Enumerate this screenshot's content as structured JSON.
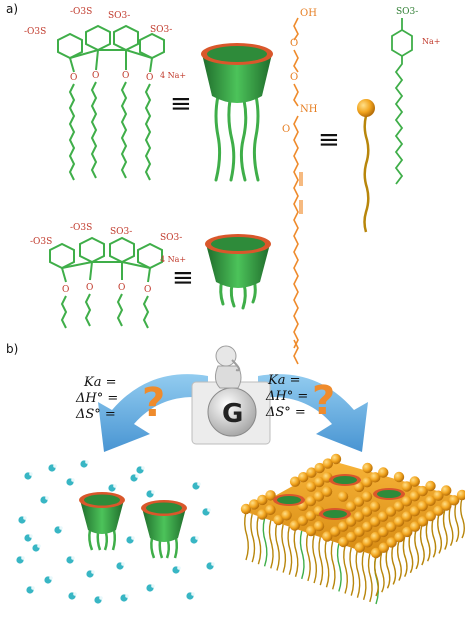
{
  "panels": {
    "a": {
      "label": "a)"
    },
    "b": {
      "label": "b)"
    }
  },
  "calixarene_large": {
    "sulfonates": [
      "-O3S",
      "-O3S",
      "SO3-",
      "SO3-"
    ],
    "counterion": "4 Na+",
    "equivalence": "≡"
  },
  "calixarene_small": {
    "sulfonates": [
      "-O3S",
      "-O3S",
      "SO3-",
      "SO3-"
    ],
    "counterion": "4 Na+",
    "equivalence": "≡"
  },
  "lipid_chain": {
    "groups": [
      "OH",
      "O",
      "O",
      "NH",
      "O"
    ],
    "equivalence": "≡"
  },
  "benzenesulfonate": {
    "group": "SO3-",
    "counterion": "Na+"
  },
  "thermo_left": {
    "lines": [
      "Ka =",
      "ΔH° =",
      "ΔS° ="
    ],
    "question": "?"
  },
  "thermo_right": {
    "lines": [
      "Ka =",
      "ΔH° =",
      "ΔS° ="
    ],
    "question": "?"
  },
  "sphere_letter": "G",
  "colors": {
    "host_green": "#3fae49",
    "rim_orange": "#d9572b",
    "chain_orange": "#ef8b2c",
    "arrow_blue": "#5aa9dc",
    "lipid_gold": "#f2a51f",
    "solvent_cyan": "#38b6c4"
  }
}
